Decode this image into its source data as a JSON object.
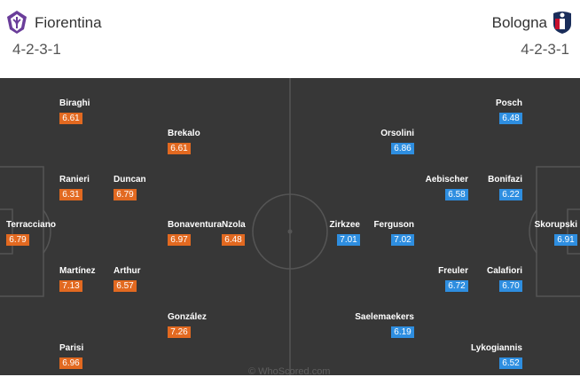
{
  "home": {
    "name": "Fiorentina",
    "formation": "4-2-3-1",
    "color": "#e26920",
    "players": [
      {
        "name": "Terracciano",
        "rating": "6.79"
      },
      {
        "name": "Biraghi",
        "rating": "6.61"
      },
      {
        "name": "Ranieri",
        "rating": "6.31"
      },
      {
        "name": "Martínez",
        "rating": "7.13"
      },
      {
        "name": "Parisi",
        "rating": "6.96"
      },
      {
        "name": "Duncan",
        "rating": "6.79"
      },
      {
        "name": "Arthur",
        "rating": "6.57"
      },
      {
        "name": "Brekalo",
        "rating": "6.61"
      },
      {
        "name": "Bonaventura",
        "rating": "6.97"
      },
      {
        "name": "González",
        "rating": "7.26"
      },
      {
        "name": "Nzola",
        "rating": "6.48"
      }
    ]
  },
  "away": {
    "name": "Bologna",
    "formation": "4-2-3-1",
    "color": "#2e8ee0",
    "players": [
      {
        "name": "Skorupski",
        "rating": "6.91"
      },
      {
        "name": "Posch",
        "rating": "6.48"
      },
      {
        "name": "Bonifazi",
        "rating": "6.22"
      },
      {
        "name": "Calafiori",
        "rating": "6.70"
      },
      {
        "name": "Lykogiannis",
        "rating": "6.52"
      },
      {
        "name": "Aebischer",
        "rating": "6.58"
      },
      {
        "name": "Freuler",
        "rating": "6.72"
      },
      {
        "name": "Orsolini",
        "rating": "6.86"
      },
      {
        "name": "Ferguson",
        "rating": "7.02"
      },
      {
        "name": "Saelemaekers",
        "rating": "6.19"
      },
      {
        "name": "Zirkzee",
        "rating": "7.01"
      }
    ]
  },
  "watermark": "© WhoScored.com",
  "icons": {
    "home_crest": "fiorentina-crest-icon",
    "away_crest": "bologna-crest-icon"
  }
}
